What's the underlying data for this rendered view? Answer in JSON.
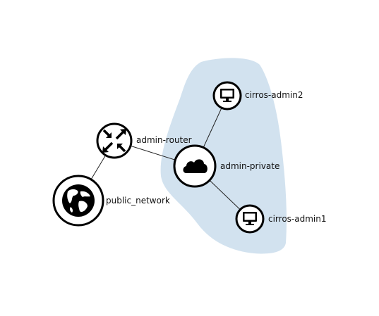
{
  "topology": {
    "colors": {
      "network_hull": "#d2e2ef",
      "node_ring": "#000000",
      "node_fill": "#ffffff",
      "link": "#222222",
      "icon": "#000000"
    },
    "nodes": {
      "router": {
        "label": "admin-router",
        "icon": "router-arrows-icon"
      },
      "public_network": {
        "label": "public_network",
        "icon": "globe-icon"
      },
      "private_network": {
        "label": "admin-private",
        "icon": "cloud-icon"
      },
      "instance_2": {
        "label": "cirros-admin2",
        "icon": "monitor-icon"
      },
      "instance_1": {
        "label": "cirros-admin1",
        "icon": "monitor-icon"
      }
    },
    "links": [
      {
        "from": "router",
        "to": "public_network"
      },
      {
        "from": "router",
        "to": "private_network"
      },
      {
        "from": "private_network",
        "to": "instance_2"
      },
      {
        "from": "private_network",
        "to": "instance_1"
      }
    ]
  }
}
